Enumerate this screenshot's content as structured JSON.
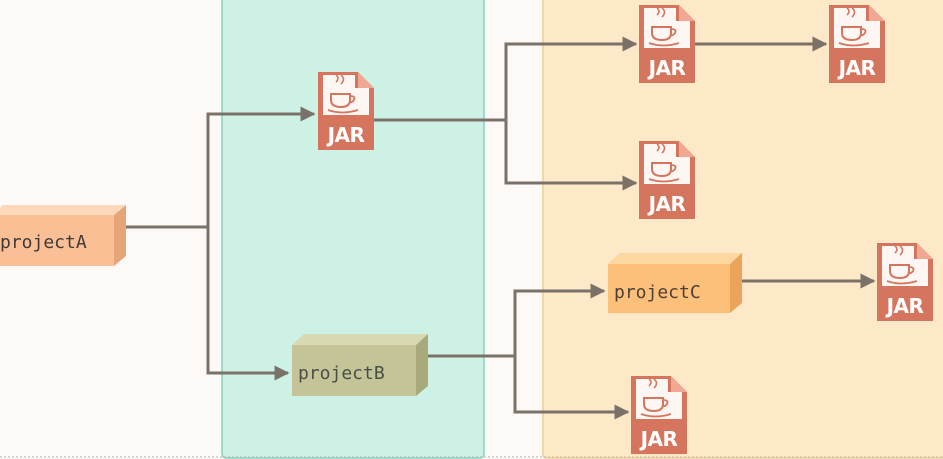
{
  "colors": {
    "background": "#fdf9f7",
    "teal_panel": "#cef1e6",
    "teal_border": "#86d3bd",
    "yellow_panel": "#fde8c7",
    "yellow_border": "#f2cd92",
    "arrow": "#7a7268",
    "jar_fill": "#d6755d",
    "projectA": "#fbbf95",
    "projectB": "#c4c498",
    "projectC": "#fdc07a"
  },
  "nodes": {
    "projectA": {
      "label": "projectA"
    },
    "projectB": {
      "label": "projectB"
    },
    "projectC": {
      "label": "projectC"
    }
  },
  "jar_label": "JAR",
  "jar_icons": [
    "jar-b1",
    "jar-c1",
    "jar-c2",
    "jar-c3",
    "jar-c4",
    "jar-c5"
  ]
}
